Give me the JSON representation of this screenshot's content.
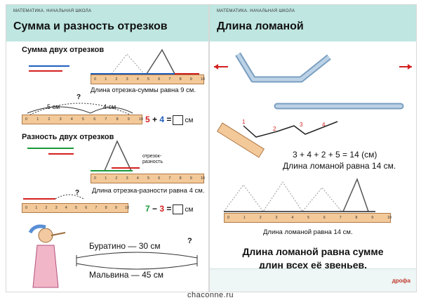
{
  "left": {
    "series": "МАТЕМАТИКА. НАЧАЛЬНАЯ ШКОЛА",
    "title": "Сумма и разность отрезков",
    "sum_heading": "Сумма двух отрезков",
    "sum_caption": "Длина отрезка-суммы равна 9 см.",
    "seg1_label": "5 см",
    "seg2_label": "4 см",
    "question": "?",
    "sum_a": "5",
    "sum_plus": "+",
    "sum_b": "4",
    "sum_eq": "=",
    "sum_unit": "см",
    "diff_heading": "Разность двух отрезков",
    "diff_note": "отрезок-разность",
    "diff_caption": "Длина отрезка-разности равна 4 см.",
    "diff_a": "7",
    "diff_minus": "−",
    "diff_b": "3",
    "diff_eq": "=",
    "diff_unit": "см",
    "buratino": "Буратино — 30 см",
    "malvina": "Мальвина — 45 см",
    "q2": "?",
    "ruler_numbers": [
      "0",
      "1",
      "2",
      "3",
      "4",
      "5",
      "6",
      "7",
      "8",
      "9",
      "10"
    ],
    "colors": {
      "blue": "#1f5fbf",
      "red": "#d42020",
      "green": "#1a9a3a",
      "accent": "#bfe6e1"
    }
  },
  "right": {
    "series": "МАТЕМАТИКА. НАЧАЛЬНАЯ ШКОЛА",
    "title": "Длина ломаной",
    "markers": [
      "1",
      "2",
      "3",
      "4"
    ],
    "equation": "3 + 4 + 2 + 5 = 14 (см)",
    "eq_caption": "Длина ломаной равна 14 см.",
    "ruler_caption": "Длина ломаной равна 14 см.",
    "rule_line1": "Длина ломаной равна сумме",
    "rule_line2": "длин всех её звеньев.",
    "publisher": "дрофа"
  },
  "footer": {
    "site": "chaconne.ru"
  }
}
